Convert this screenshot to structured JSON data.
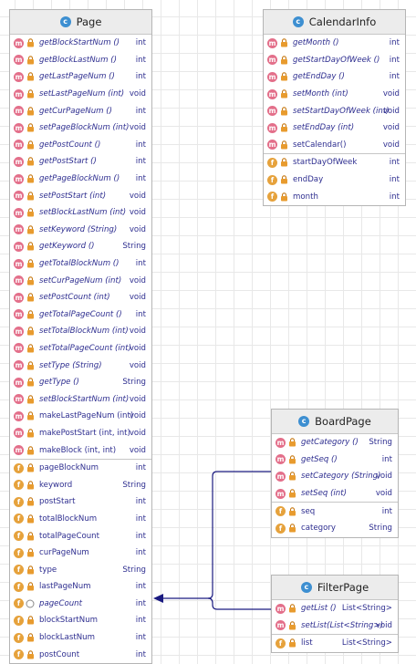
{
  "classes": {
    "page": {
      "title": "Page",
      "methods": [
        {
          "name": "getBlockStartNum ()",
          "type": "int",
          "italic": true,
          "vis": "m"
        },
        {
          "name": "getBlockLastNum ()",
          "type": "int",
          "italic": true,
          "vis": "m"
        },
        {
          "name": "getLastPageNum ()",
          "type": "int",
          "italic": true,
          "vis": "m"
        },
        {
          "name": "setLastPageNum (int)",
          "type": "void",
          "italic": true,
          "vis": "m"
        },
        {
          "name": "getCurPageNum ()",
          "type": "int",
          "italic": true,
          "vis": "m"
        },
        {
          "name": "setPageBlockNum (int)",
          "type": "void",
          "italic": true,
          "vis": "m"
        },
        {
          "name": "getPostCount ()",
          "type": "int",
          "italic": true,
          "vis": "m"
        },
        {
          "name": "getPostStart ()",
          "type": "int",
          "italic": true,
          "vis": "m"
        },
        {
          "name": "getPageBlockNum ()",
          "type": "int",
          "italic": true,
          "vis": "m"
        },
        {
          "name": "setPostStart (int)",
          "type": "void",
          "italic": true,
          "vis": "m"
        },
        {
          "name": "setBlockLastNum (int)",
          "type": "void",
          "italic": true,
          "vis": "m"
        },
        {
          "name": "setKeyword (String)",
          "type": "void",
          "italic": true,
          "vis": "m"
        },
        {
          "name": "getKeyword ()",
          "type": "String",
          "italic": true,
          "vis": "m"
        },
        {
          "name": "getTotalBlockNum ()",
          "type": "int",
          "italic": true,
          "vis": "m"
        },
        {
          "name": "setCurPageNum (int)",
          "type": "void",
          "italic": true,
          "vis": "m"
        },
        {
          "name": "setPostCount (int)",
          "type": "void",
          "italic": true,
          "vis": "m"
        },
        {
          "name": "getTotalPageCount ()",
          "type": "int",
          "italic": true,
          "vis": "m"
        },
        {
          "name": "setTotalBlockNum (int)",
          "type": "void",
          "italic": true,
          "vis": "m"
        },
        {
          "name": "setTotalPageCount (int)",
          "type": "void",
          "italic": true,
          "vis": "m"
        },
        {
          "name": "setType (String)",
          "type": "void",
          "italic": true,
          "vis": "m"
        },
        {
          "name": "getType ()",
          "type": "String",
          "italic": true,
          "vis": "m"
        },
        {
          "name": "setBlockStartNum (int)",
          "type": "void",
          "italic": true,
          "vis": "m"
        },
        {
          "name": "makeLastPageNum (int)",
          "type": "void",
          "italic": false,
          "vis": "m"
        },
        {
          "name": "makePostStart (int, int)",
          "type": "void",
          "italic": false,
          "vis": "m"
        },
        {
          "name": "makeBlock (int, int)",
          "type": "void",
          "italic": false,
          "vis": "m"
        }
      ],
      "fields": [
        {
          "name": "pageBlockNum",
          "type": "int",
          "italic": false,
          "vis": "f"
        },
        {
          "name": "keyword",
          "type": "String",
          "italic": false,
          "vis": "f"
        },
        {
          "name": "postStart",
          "type": "int",
          "italic": false,
          "vis": "f"
        },
        {
          "name": "totalBlockNum",
          "type": "int",
          "italic": false,
          "vis": "f"
        },
        {
          "name": "totalPageCount",
          "type": "int",
          "italic": false,
          "vis": "f"
        },
        {
          "name": "curPageNum",
          "type": "int",
          "italic": false,
          "vis": "f"
        },
        {
          "name": "type",
          "type": "String",
          "italic": false,
          "vis": "f"
        },
        {
          "name": "lastPageNum",
          "type": "int",
          "italic": false,
          "vis": "f"
        },
        {
          "name": "pageCount",
          "type": "int",
          "italic": true,
          "vis": "fs"
        },
        {
          "name": "blockStartNum",
          "type": "int",
          "italic": false,
          "vis": "f"
        },
        {
          "name": "blockLastNum",
          "type": "int",
          "italic": false,
          "vis": "f"
        },
        {
          "name": "postCount",
          "type": "int",
          "italic": false,
          "vis": "f"
        }
      ]
    },
    "calendar": {
      "title": "CalendarInfo",
      "methods": [
        {
          "name": "getMonth ()",
          "type": "int",
          "italic": true,
          "vis": "m"
        },
        {
          "name": "getStartDayOfWeek ()",
          "type": "int",
          "italic": true,
          "vis": "m"
        },
        {
          "name": "getEndDay ()",
          "type": "int",
          "italic": true,
          "vis": "m"
        },
        {
          "name": "setMonth (int)",
          "type": "void",
          "italic": true,
          "vis": "m"
        },
        {
          "name": "setStartDayOfWeek (int)",
          "type": "void",
          "italic": true,
          "vis": "m"
        },
        {
          "name": "setEndDay (int)",
          "type": "void",
          "italic": true,
          "vis": "m"
        },
        {
          "name": "setCalendar()",
          "type": "void",
          "italic": false,
          "vis": "m"
        }
      ],
      "fields": [
        {
          "name": "startDayOfWeek",
          "type": "int",
          "italic": false,
          "vis": "f"
        },
        {
          "name": "endDay",
          "type": "int",
          "italic": false,
          "vis": "f"
        },
        {
          "name": "month",
          "type": "int",
          "italic": false,
          "vis": "f"
        }
      ]
    },
    "board": {
      "title": "BoardPage",
      "methods": [
        {
          "name": "getCategory ()",
          "type": "String",
          "italic": true,
          "vis": "m"
        },
        {
          "name": "getSeq ()",
          "type": "int",
          "italic": true,
          "vis": "m"
        },
        {
          "name": "setCategory (String)",
          "type": "void",
          "italic": true,
          "vis": "m"
        },
        {
          "name": "setSeq (int)",
          "type": "void",
          "italic": true,
          "vis": "m"
        }
      ],
      "fields": [
        {
          "name": "seq",
          "type": "int",
          "italic": false,
          "vis": "f"
        },
        {
          "name": "category",
          "type": "String",
          "italic": false,
          "vis": "f"
        }
      ]
    },
    "filter": {
      "title": "FilterPage",
      "methods": [
        {
          "name": "getList ()",
          "type": "List<String>",
          "italic": true,
          "vis": "m"
        },
        {
          "name": "setList(List<String>)",
          "type": "void",
          "italic": true,
          "vis": "m"
        }
      ],
      "fields": [
        {
          "name": "list",
          "type": "List<String>",
          "italic": false,
          "vis": "f"
        }
      ]
    }
  },
  "colors": {
    "method_badge": "#e36f8a",
    "field_badge": "#e6a23c",
    "class_badge": "#3d8fd1",
    "member_text": "#2d2d8f",
    "inheritance_arrow": "#1a1a80"
  }
}
